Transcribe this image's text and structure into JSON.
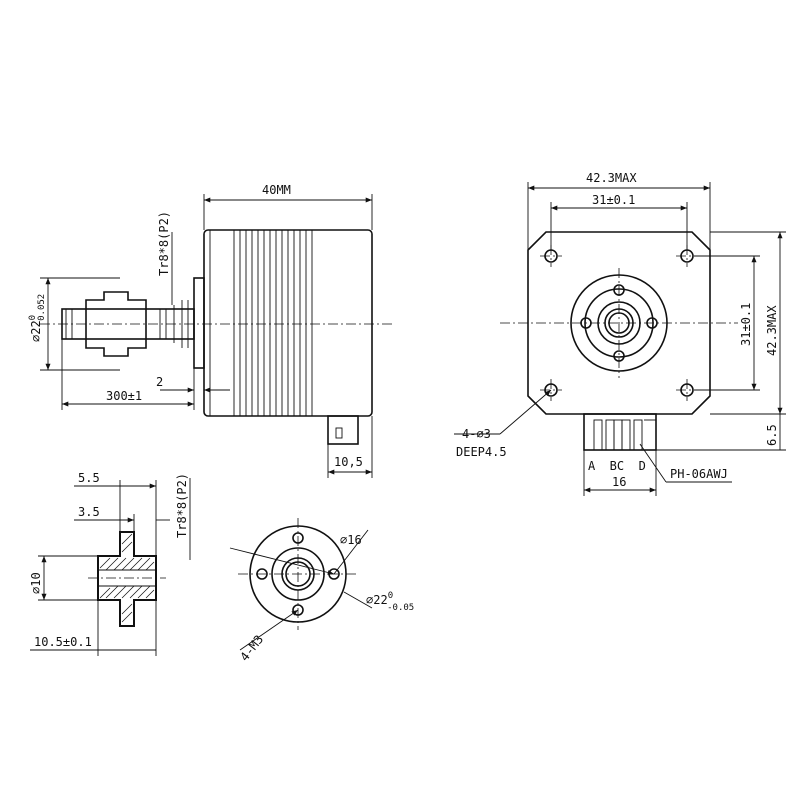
{
  "labels": {
    "body_length": "40MM",
    "shaft_thread_side": "Tr8*8(P2)",
    "shaft_dia": "⌀22",
    "shaft_dia_tol": "0.052",
    "shaft_dia_sup": "0",
    "screw_length": "300±1",
    "gap": "2",
    "connector_offset": "10,5",
    "width_max_top": "42.3MAX",
    "hole_spacing_top": "31±0.1",
    "hole_spacing_side": "31±0.1",
    "height_max_side": "42.3MAX",
    "conn_height": "6.5",
    "mount_holes": "4-⌀3",
    "mount_depth": "DEEP4.5",
    "pins": "A  BC  D",
    "conn_type": "PH-06AWJ",
    "conn_width": "16",
    "nut_55": "5.5",
    "nut_35": "3.5",
    "nut_thread": "Tr8*8(P2)",
    "nut_dia": "⌀10",
    "nut_len": "10.5±0.1",
    "flange_dia16": "⌀16",
    "flange_dia22": "⌀22",
    "flange_dia22_sup": "0",
    "flange_dia22_tol": "-0.05",
    "flange_m3": "4-M3"
  }
}
